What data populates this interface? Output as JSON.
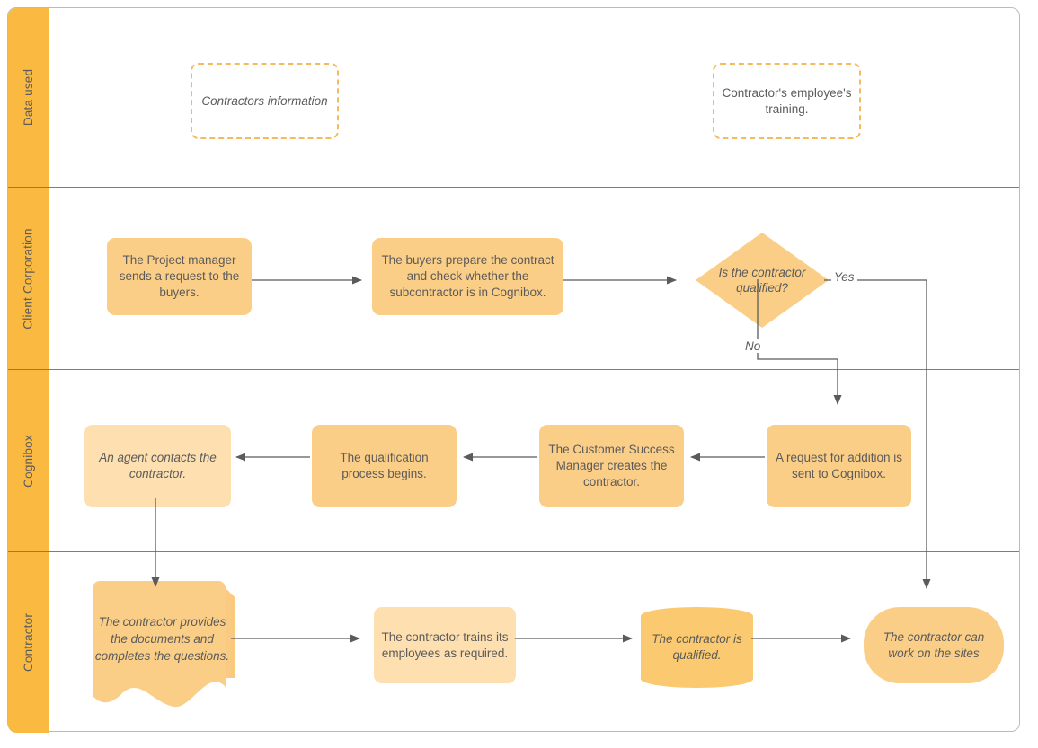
{
  "diagram": {
    "title": "Contractor qualification swimlane flowchart",
    "colors": {
      "lane_header": "#fab941",
      "node_fill": "#fbce87",
      "node_fill_light": "#fddfb0",
      "node_fill_dark": "#fbc96f",
      "dashed_border": "#f3bb5d",
      "text": "#5b5b5b",
      "connector": "#5b5b5b",
      "lane_border": "#7b7d7f"
    },
    "lanes": [
      {
        "id": "data-used",
        "label": "Data used"
      },
      {
        "id": "client-corporation",
        "label": "Client Corporation"
      },
      {
        "id": "cognibox",
        "label": "Cognibox"
      },
      {
        "id": "contractor",
        "label": "Contractor"
      }
    ]
  },
  "nodes": {
    "contractors_information": "Contractors information",
    "contractors_employees_training": "Contractor's employee's training.",
    "project_manager_request": "The Project manager sends a request to the buyers.",
    "buyers_prepare_contract": "The buyers prepare the contract and check whether the subcontractor is in Cognibox.",
    "is_contractor_qualified": "Is the contractor qualified?",
    "request_for_addition": "A request for addition is sent to Cognibox.",
    "csm_creates_contractor": "The Customer Success Manager creates the contractor.",
    "qualification_process_begins": "The qualification process begins.",
    "agent_contacts_contractor": "An agent contacts the contractor.",
    "contractor_provides_documents": "The contractor provides the documents and completes the questions.",
    "contractor_trains_employees": "The contractor trains its employees as required.",
    "contractor_is_qualified": "The contractor is qualified.",
    "contractor_can_work": "The contractor can work on the sites"
  },
  "edges": {
    "yes_label": "Yes",
    "no_label": "No"
  }
}
